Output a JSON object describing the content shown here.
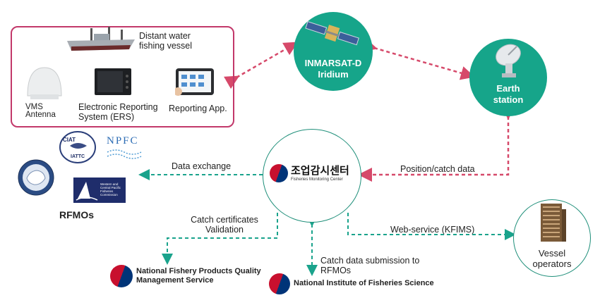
{
  "vessel_box": {
    "vessel_label_line1": "Distant water",
    "vessel_label_line2": "fishing vessel",
    "vms_line1": "VMS",
    "vms_line2": "Antenna",
    "ers_line1": "Electronic Reporting",
    "ers_line2": "System (ERS)",
    "app_label": "Reporting App."
  },
  "satellite": {
    "line1": "INMARSAT-D",
    "line2": "Iridium"
  },
  "earth_station": {
    "line1": "Earth",
    "line2": "station"
  },
  "center": {
    "korean": "조업감시센터",
    "english": "Fisheries Monitoring Center"
  },
  "rfmos": {
    "label": "RFMOs",
    "iattc_line1": "CIAT",
    "iattc_line2": "IATTC",
    "npfc": "NPFC",
    "wcpfc_line1": "Western and",
    "wcpfc_line2": "Central Pacific",
    "wcpfc_line3": "Fisheries",
    "wcpfc_line4": "Commission"
  },
  "edges": {
    "data_exchange": "Data exchange",
    "position_catch": "Position/catch data",
    "catch_cert_line1": "Catch certificates",
    "catch_cert_line2": "Validation",
    "web_service": "Web-service (KFIMS)",
    "catch_submit_line1": "Catch data submission to",
    "catch_submit_line2": "RFMOs"
  },
  "nfqs": {
    "line1": "National Fishery Products Quality",
    "line2": "Management Service"
  },
  "nifs": {
    "label": "National Institute of Fisheries Science"
  },
  "vessel_operators": {
    "line1": "Vessel",
    "line2": "operators"
  },
  "colors": {
    "teal": "#16a58a",
    "red_dashed": "#d6496a",
    "teal_dashed": "#1aa38c",
    "box_border": "#c2386a"
  }
}
